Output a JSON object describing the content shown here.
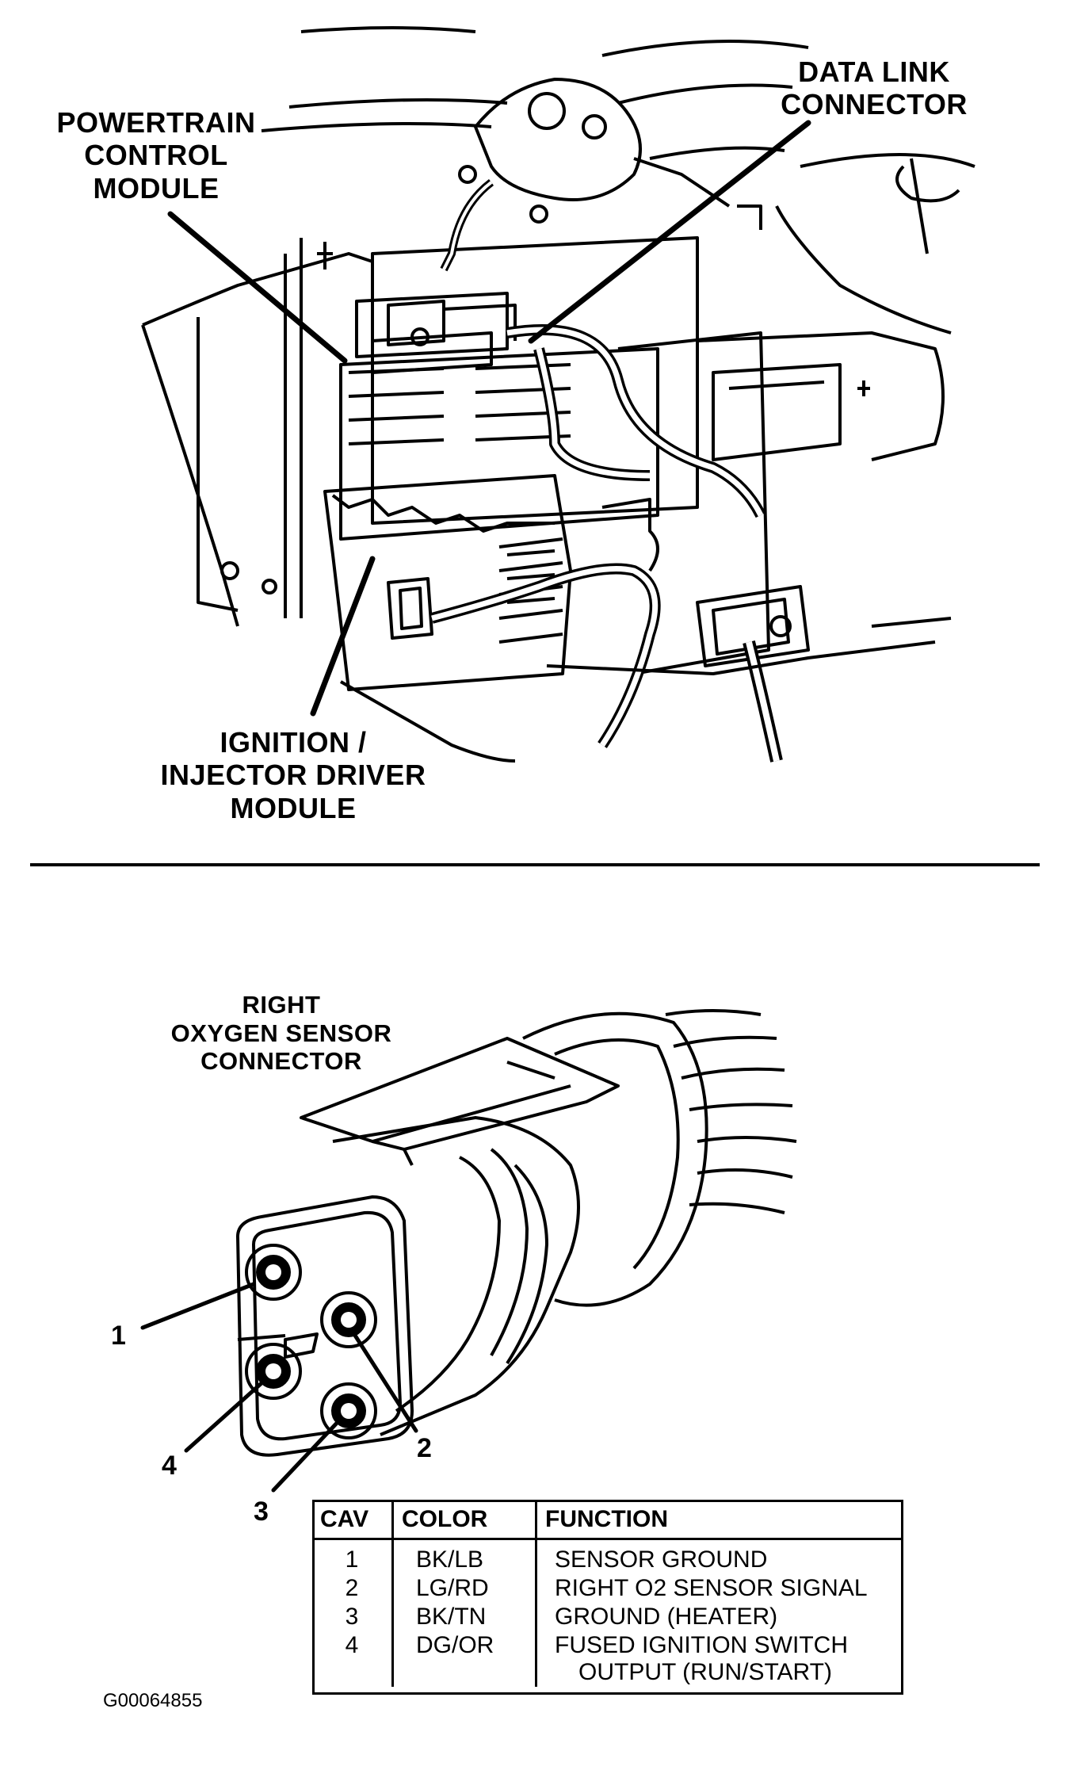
{
  "top_diagram": {
    "labels": {
      "pcm": [
        "POWERTRAIN",
        "CONTROL",
        "MODULE"
      ],
      "dlc": [
        "DATA LINK",
        "CONNECTOR"
      ],
      "idm": [
        "IGNITION /",
        "INJECTOR DRIVER",
        "MODULE"
      ]
    }
  },
  "bottom_diagram": {
    "title": [
      "RIGHT",
      "OXYGEN SENSOR",
      "CONNECTOR"
    ],
    "pins": [
      "1",
      "2",
      "3",
      "4"
    ]
  },
  "pinout_table": {
    "headers": [
      "CAV",
      "COLOR",
      "FUNCTION"
    ],
    "rows": [
      {
        "cav": "1",
        "color": "BK/LB",
        "function": "SENSOR GROUND",
        "function2": ""
      },
      {
        "cav": "2",
        "color": "LG/RD",
        "function": "RIGHT O2 SENSOR SIGNAL",
        "function2": ""
      },
      {
        "cav": "3",
        "color": "BK/TN",
        "function": "GROUND (HEATER)",
        "function2": ""
      },
      {
        "cav": "4",
        "color": "DG/OR",
        "function": "FUSED IGNITION SWITCH",
        "function2": "OUTPUT (RUN/START)"
      }
    ]
  },
  "figure_id": "G00064855"
}
